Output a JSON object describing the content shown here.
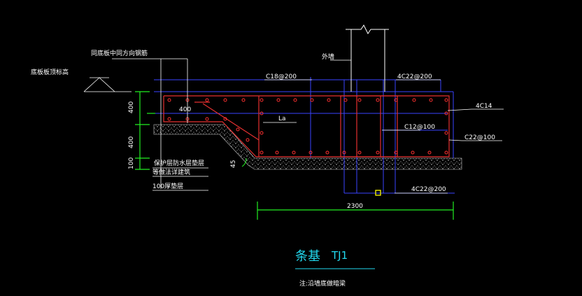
{
  "labels": {
    "same_direction_rebar": "同底板中同方向钢筋",
    "slab_top_elevation": "底板板顶标高",
    "outer_wall": "外墙",
    "c18_200": "C18@200",
    "four_c22_200_top": "4C22@200",
    "four_c14": "4C14",
    "c12_100": "C12@100",
    "c22_100": "C22@100",
    "la": "La",
    "dim_400_inner": "400",
    "protective_layer": "保护层防水层垫层",
    "see_architecture": "等做法详建筑",
    "cushion_100": "100厚垫层",
    "angle_45": "45",
    "four_c22_200_bottom": "4C22@200",
    "dim_2300": "2300",
    "dim_400_a": "400",
    "dim_400_b": "400",
    "dim_100": "100"
  },
  "title": {
    "main": "条基",
    "code": "TJ1"
  },
  "note": "注:沿墙底做暗梁",
  "colors": {
    "background": "#000000",
    "concrete_outline": "#e53030",
    "rebar_dot": "#ff3030",
    "leader": "#ffffff",
    "guide": "#3a45ff",
    "dimension": "#22ee22",
    "title": "#22d8ee",
    "marker": "#ffff00"
  }
}
